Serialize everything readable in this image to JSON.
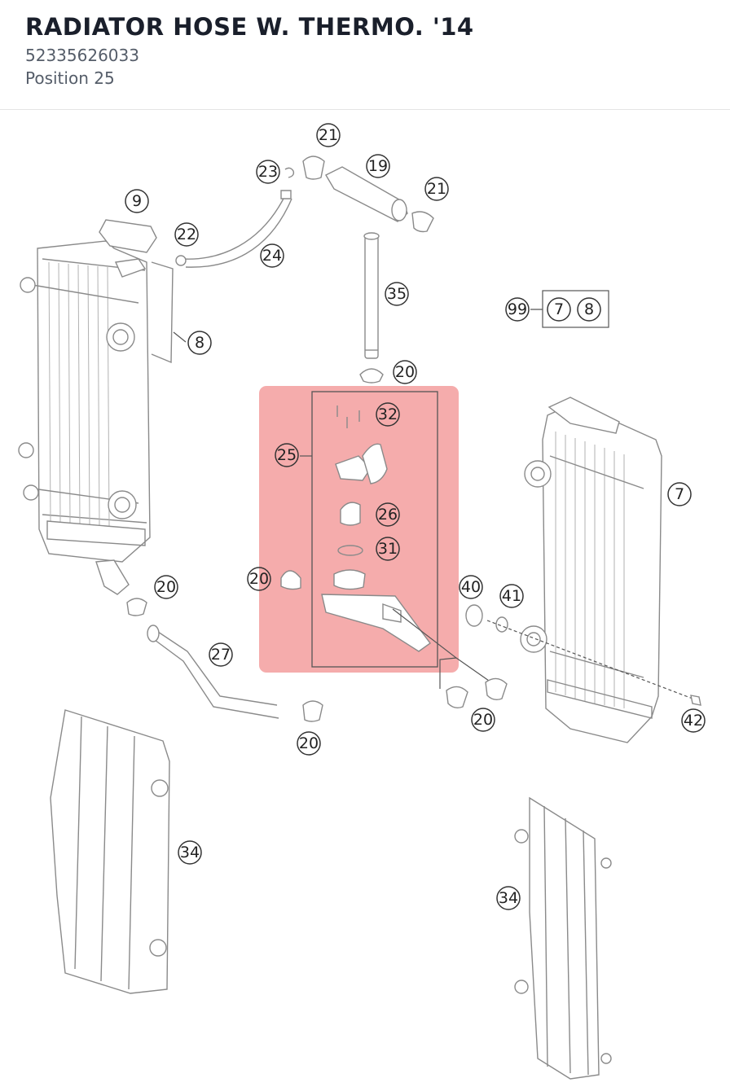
{
  "header": {
    "title": "RADIATOR HOSE W. THERMO. '14",
    "part_number": "52335626033",
    "position": "Position 25"
  },
  "diagram": {
    "highlight_color": "#f4a3a3",
    "callouts": {
      "c21a": "21",
      "c19": "19",
      "c23": "23",
      "c21b": "21",
      "c9": "9",
      "c22": "22",
      "c24": "24",
      "c35": "35",
      "c8": "8",
      "c99": "99",
      "c99_7": "7",
      "c99_8": "8",
      "c20a": "20",
      "c32": "32",
      "c25": "25",
      "c26": "26",
      "c31": "31",
      "c7": "7",
      "c20b": "20",
      "c40": "40",
      "c41": "41",
      "c20c": "20",
      "c27": "27",
      "c20d": "20",
      "c42": "42",
      "c20e": "20",
      "c34a": "34",
      "c34b": "34"
    }
  }
}
